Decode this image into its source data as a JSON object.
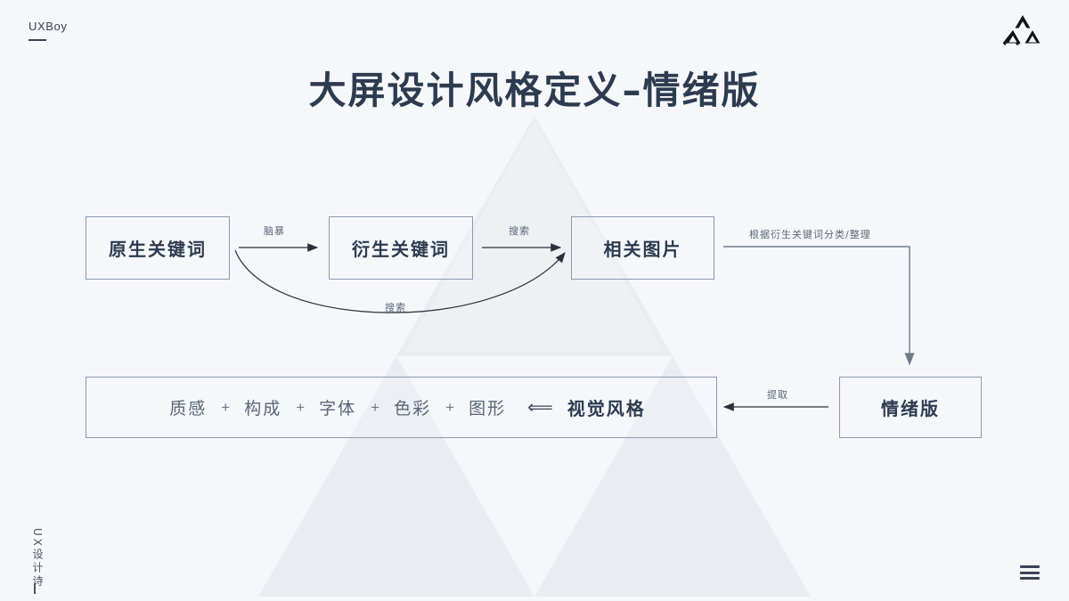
{
  "brand": {
    "name": "UXBoy",
    "logo_icon": "triforce-logo-icon"
  },
  "title": "大屏设计风格定义–情绪版",
  "diagram": {
    "nodes": [
      {
        "id": "native",
        "label": "原生关键词"
      },
      {
        "id": "derived",
        "label": "衍生关键词"
      },
      {
        "id": "images",
        "label": "相关图片"
      },
      {
        "id": "mood",
        "label": "情绪版"
      }
    ],
    "edges": [
      {
        "id": "brainstorm",
        "label": "脑暴",
        "from": "native",
        "to": "derived"
      },
      {
        "id": "search_top",
        "label": "搜索",
        "from": "derived",
        "to": "images"
      },
      {
        "id": "search_arc",
        "label": "搜索",
        "from": "native",
        "to": "images"
      },
      {
        "id": "classify",
        "label": "根据衍生关键词分类/整理",
        "from": "images",
        "to": "mood"
      },
      {
        "id": "extract",
        "label": "提取",
        "from": "mood",
        "to": "style_bar"
      }
    ],
    "style_bar": {
      "terms": [
        "质感",
        "构成",
        "字体",
        "色彩",
        "图形"
      ],
      "separator": "+",
      "arrow": "⟸",
      "result": "视觉风格"
    }
  },
  "footer": {
    "vertical_text": "UX设计诗",
    "menu_icon": "hamburger-menu-icon"
  },
  "colors": {
    "background": "#f6f7fa",
    "ink": "#2d3b50",
    "muted": "#5b6577",
    "border": "#8c99ad",
    "watermark": "#eaecf1"
  }
}
